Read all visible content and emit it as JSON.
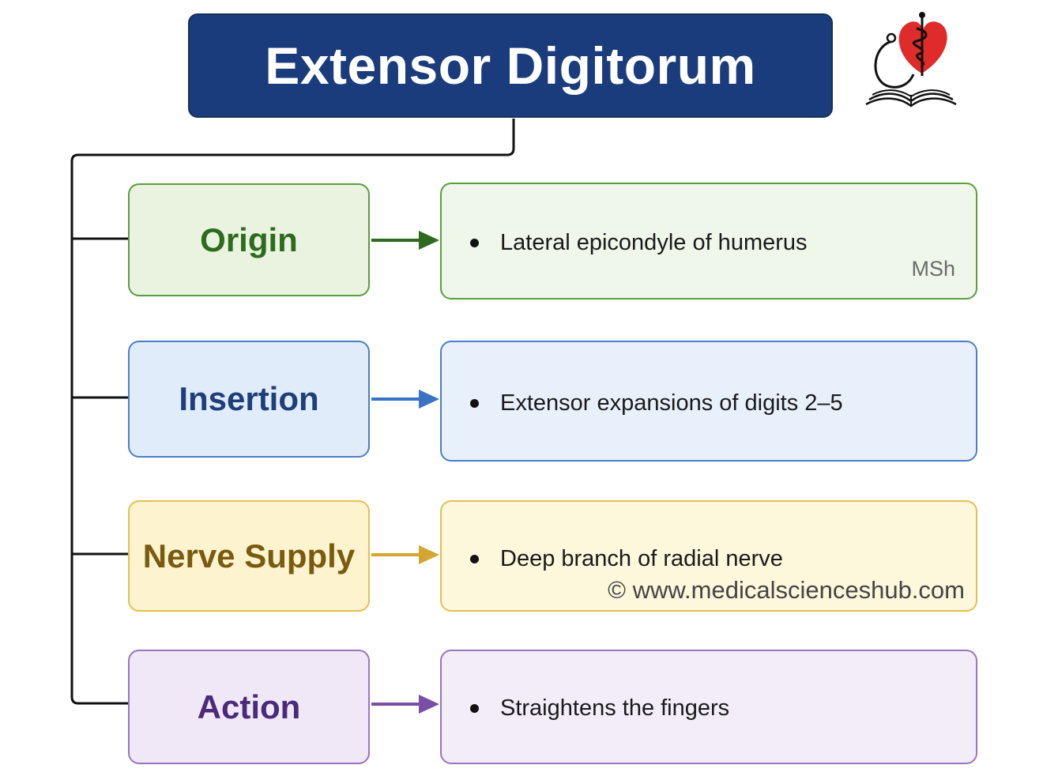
{
  "title": "Extensor Digitorum",
  "rows": [
    {
      "label": "Origin",
      "content": "Lateral epicondyle of humerus",
      "label_color": "#2f6b1f",
      "border_color": "#5a9e3e",
      "fill_color": "#e9f3e0",
      "content_fill": "#eff7ea",
      "arrow_color": "#2f6b1f"
    },
    {
      "label": "Insertion",
      "content": "Extensor expansions of digits 2–5",
      "label_color": "#1f3f7a",
      "border_color": "#4a7fc7",
      "fill_color": "#e0ecf9",
      "content_fill": "#e8f0fb",
      "arrow_color": "#3a73c4"
    },
    {
      "label": "Nerve Supply",
      "content": "Deep branch of radial nerve",
      "label_color": "#7a5a10",
      "border_color": "#e2bf52",
      "fill_color": "#fdf4cf",
      "content_fill": "#fdf7dc",
      "arrow_color": "#d4a531"
    },
    {
      "label": "Action",
      "content": "Straightens the fingers",
      "label_color": "#4a2a7a",
      "border_color": "#9a75bf",
      "fill_color": "#f0e8f6",
      "content_fill": "#f3edf8",
      "arrow_color": "#7a4ea6"
    }
  ],
  "watermark_initials": "MSh",
  "copyright": "© www.medicalscienceshub.com",
  "logo": {
    "name": "medical-heart-book-logo",
    "heart_color": "#e02b2b"
  }
}
